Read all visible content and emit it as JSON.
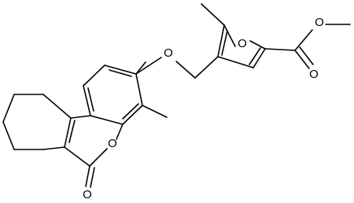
{
  "molecule": {
    "atom_labels": {
      "ether_oxygen": "O",
      "furan_oxygen": "O",
      "ester_oxygen": "O",
      "ester_carbonyl_oxygen": "O",
      "lactone_ring_oxygen": "O",
      "lactone_carbonyl_oxygen": "O"
    }
  }
}
